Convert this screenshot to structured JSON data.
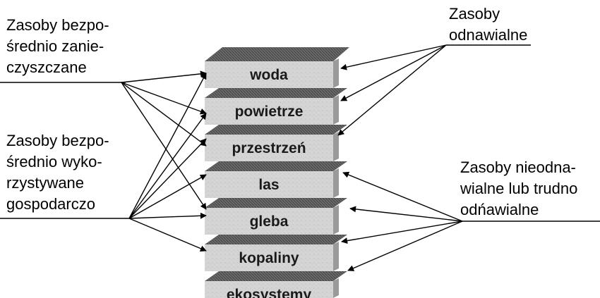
{
  "groups": {
    "direct_polluted": {
      "lines": [
        "Zasoby bezpo-",
        "średnio zanie-",
        "czyszczane"
      ]
    },
    "direct_used": {
      "lines": [
        "Zasoby bezpo-",
        "średnio wyko-",
        "rzystywane",
        "gospodarczo"
      ]
    },
    "renewable": {
      "lines": [
        "Zasoby",
        "odnawialne"
      ]
    },
    "nonrenewable": {
      "lines": [
        "Zasoby nieodna-",
        "wialne lub trudno",
        "odńawialne"
      ]
    }
  },
  "layers": [
    "woda",
    "powietrze",
    "przestrzeń",
    "las",
    "gleba",
    "kopaliny",
    "ekosystemy"
  ]
}
